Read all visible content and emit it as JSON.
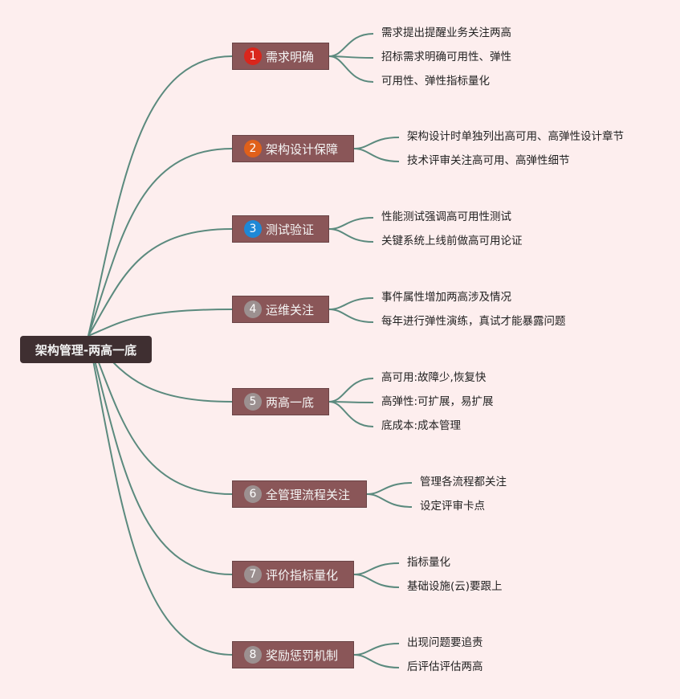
{
  "colors": {
    "background": "#fdeeee",
    "line": "#5b8a7e",
    "root_bg": "#3f2f31",
    "branch_bg": "#8a5658"
  },
  "root": {
    "label": "架构管理-两高一底"
  },
  "branches": [
    {
      "num": "1",
      "label": "需求明确",
      "badge_color": "#d9261c",
      "leaves": [
        "需求提出提醒业务关注两高",
        "招标需求明确可用性、弹性",
        "可用性、弹性指标量化"
      ]
    },
    {
      "num": "2",
      "label": "架构设计保障",
      "badge_color": "#e0601a",
      "leaves": [
        "架构设计时单独列出高可用、高弹性设计章节",
        "技术评审关注高可用、高弹性细节"
      ]
    },
    {
      "num": "3",
      "label": "测试验证",
      "badge_color": "#1e88d6",
      "leaves": [
        "性能测试强调高可用性测试",
        "关键系统上线前做高可用论证"
      ]
    },
    {
      "num": "4",
      "label": "运维关注",
      "badge_color": "#9c9090",
      "leaves": [
        "事件属性增加两高涉及情况",
        "每年进行弹性演练，真试才能暴露问题"
      ]
    },
    {
      "num": "5",
      "label": "两高一底",
      "badge_color": "#9c9090",
      "leaves": [
        "高可用:故障少,恢复快",
        "高弹性:可扩展，易扩展",
        "底成本:成本管理"
      ]
    },
    {
      "num": "6",
      "label": "全管理流程关注",
      "badge_color": "#9c9090",
      "leaves": [
        "管理各流程都关注",
        "设定评审卡点"
      ]
    },
    {
      "num": "7",
      "label": "评价指标量化",
      "badge_color": "#9c9090",
      "leaves": [
        "指标量化",
        "基础设施(云)要跟上"
      ]
    },
    {
      "num": "8",
      "label": "奖励惩罚机制",
      "badge_color": "#9c9090",
      "leaves": [
        "出现问题要追责",
        "后评估评估两高"
      ]
    }
  ]
}
